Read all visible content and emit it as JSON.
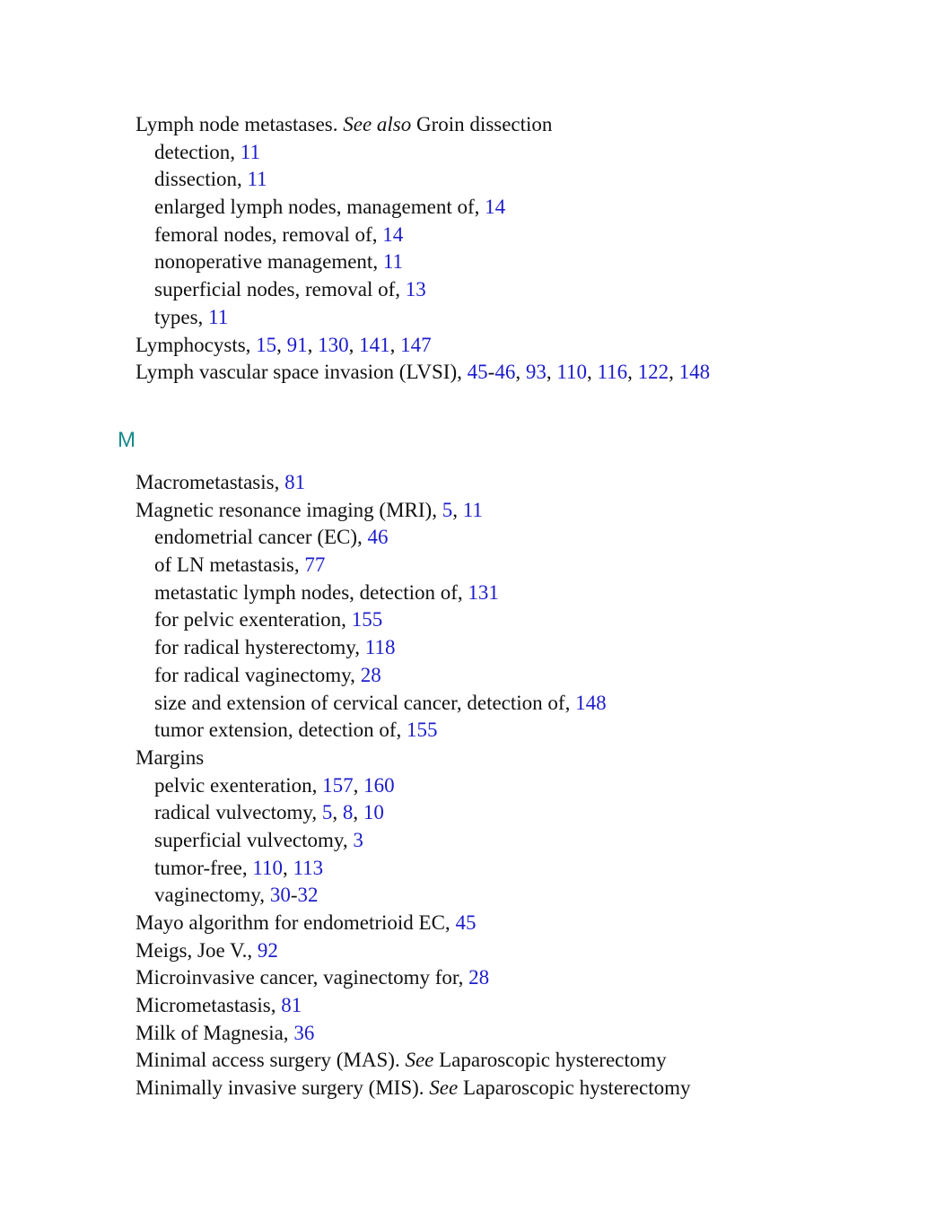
{
  "colors": {
    "text": "#111111",
    "link": "#1c1ccc",
    "section_letter": "#1a8a8c"
  },
  "entries_l": [
    {
      "level": 0,
      "parts": [
        {
          "t": "Lymph node metastases. "
        },
        {
          "t": "See also",
          "i": true
        },
        {
          "t": " Groin dissection"
        }
      ]
    },
    {
      "level": 1,
      "parts": [
        {
          "t": "detection, "
        },
        {
          "p": "11"
        }
      ]
    },
    {
      "level": 1,
      "parts": [
        {
          "t": "dissection, "
        },
        {
          "p": "11"
        }
      ]
    },
    {
      "level": 1,
      "parts": [
        {
          "t": "enlarged lymph nodes, management of, "
        },
        {
          "p": "14"
        }
      ]
    },
    {
      "level": 1,
      "parts": [
        {
          "t": "femoral nodes, removal of, "
        },
        {
          "p": "14"
        }
      ]
    },
    {
      "level": 1,
      "parts": [
        {
          "t": "nonoperative management, "
        },
        {
          "p": "11"
        }
      ]
    },
    {
      "level": 1,
      "parts": [
        {
          "t": "superficial nodes, removal of, "
        },
        {
          "p": "13"
        }
      ]
    },
    {
      "level": 1,
      "parts": [
        {
          "t": "types, "
        },
        {
          "p": "11"
        }
      ]
    },
    {
      "level": 0,
      "parts": [
        {
          "t": "Lymphocysts, "
        },
        {
          "p": "15"
        },
        {
          "t": ", "
        },
        {
          "p": "91"
        },
        {
          "t": ", "
        },
        {
          "p": "130"
        },
        {
          "t": ", "
        },
        {
          "p": "141"
        },
        {
          "t": ", "
        },
        {
          "p": "147"
        }
      ]
    },
    {
      "level": 0,
      "parts": [
        {
          "t": "Lymph vascular space invasion (LVSI), "
        },
        {
          "p": "45"
        },
        {
          "t": "-"
        },
        {
          "p": "46"
        },
        {
          "t": ", "
        },
        {
          "p": "93"
        },
        {
          "t": ", "
        },
        {
          "p": "110"
        },
        {
          "t": ", "
        },
        {
          "p": "116"
        },
        {
          "t": ", "
        },
        {
          "p": "122"
        },
        {
          "t": ", "
        },
        {
          "p": "148"
        }
      ]
    }
  ],
  "section_letter": "M",
  "entries_m": [
    {
      "level": 0,
      "parts": [
        {
          "t": "Macrometastasis, "
        },
        {
          "p": "81"
        }
      ]
    },
    {
      "level": 0,
      "parts": [
        {
          "t": "Magnetic resonance imaging (MRI), "
        },
        {
          "p": "5"
        },
        {
          "t": ", "
        },
        {
          "p": "11"
        }
      ]
    },
    {
      "level": 1,
      "parts": [
        {
          "t": "endometrial cancer (EC), "
        },
        {
          "p": "46"
        }
      ]
    },
    {
      "level": 1,
      "parts": [
        {
          "t": "of LN metastasis, "
        },
        {
          "p": "77"
        }
      ]
    },
    {
      "level": 1,
      "parts": [
        {
          "t": "metastatic lymph nodes, detection of, "
        },
        {
          "p": "131"
        }
      ]
    },
    {
      "level": 1,
      "parts": [
        {
          "t": "for pelvic exenteration, "
        },
        {
          "p": "155"
        }
      ]
    },
    {
      "level": 1,
      "parts": [
        {
          "t": "for radical hysterectomy, "
        },
        {
          "p": "118"
        }
      ]
    },
    {
      "level": 1,
      "parts": [
        {
          "t": "for radical vaginectomy, "
        },
        {
          "p": "28"
        }
      ]
    },
    {
      "level": 1,
      "parts": [
        {
          "t": "size and extension of cervical cancer, detection of, "
        },
        {
          "p": "148"
        }
      ]
    },
    {
      "level": 1,
      "parts": [
        {
          "t": "tumor extension, detection of, "
        },
        {
          "p": "155"
        }
      ]
    },
    {
      "level": 0,
      "parts": [
        {
          "t": "Margins"
        }
      ]
    },
    {
      "level": 1,
      "parts": [
        {
          "t": "pelvic exenteration, "
        },
        {
          "p": "157"
        },
        {
          "t": ", "
        },
        {
          "p": "160"
        }
      ]
    },
    {
      "level": 1,
      "parts": [
        {
          "t": "radical vulvectomy, "
        },
        {
          "p": "5"
        },
        {
          "t": ", "
        },
        {
          "p": "8"
        },
        {
          "t": ", "
        },
        {
          "p": "10"
        }
      ]
    },
    {
      "level": 1,
      "parts": [
        {
          "t": "superficial vulvectomy, "
        },
        {
          "p": "3"
        }
      ]
    },
    {
      "level": 1,
      "parts": [
        {
          "t": "tumor-free, "
        },
        {
          "p": "110"
        },
        {
          "t": ", "
        },
        {
          "p": "113"
        }
      ]
    },
    {
      "level": 1,
      "parts": [
        {
          "t": "vaginectomy, "
        },
        {
          "p": "30"
        },
        {
          "t": "-"
        },
        {
          "p": "32"
        }
      ]
    },
    {
      "level": 0,
      "parts": [
        {
          "t": "Mayo algorithm for endometrioid EC, "
        },
        {
          "p": "45"
        }
      ]
    },
    {
      "level": 0,
      "parts": [
        {
          "t": "Meigs, Joe V., "
        },
        {
          "p": "92"
        }
      ]
    },
    {
      "level": 0,
      "parts": [
        {
          "t": "Microinvasive cancer, vaginectomy for, "
        },
        {
          "p": "28"
        }
      ]
    },
    {
      "level": 0,
      "parts": [
        {
          "t": "Micrometastasis, "
        },
        {
          "p": "81"
        }
      ]
    },
    {
      "level": 0,
      "parts": [
        {
          "t": "Milk of Magnesia, "
        },
        {
          "p": "36"
        }
      ]
    },
    {
      "level": 0,
      "parts": [
        {
          "t": "Minimal access surgery (MAS). "
        },
        {
          "t": "See",
          "i": true
        },
        {
          "t": " Laparoscopic hysterectomy"
        }
      ]
    },
    {
      "level": 0,
      "parts": [
        {
          "t": "Minimally invasive surgery (MIS). "
        },
        {
          "t": "See",
          "i": true
        },
        {
          "t": " Laparoscopic hysterectomy"
        }
      ]
    }
  ]
}
